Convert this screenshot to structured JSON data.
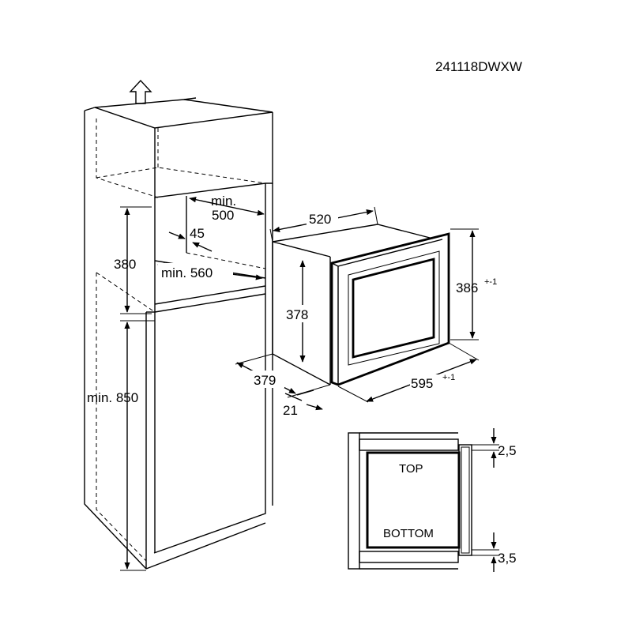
{
  "model_code": "241118DWXW",
  "cabinet": {
    "niche_depth": "min.\n500",
    "niche_depth_line1": "min.",
    "niche_depth_line2": "500",
    "side_offset": "45",
    "niche_height": "380",
    "niche_width": "min. 560",
    "cabinet_height": "min. 850"
  },
  "appliance": {
    "depth_top": "520",
    "front_height": "386",
    "front_height_tol": "+-1",
    "body_height": "378",
    "body_depth": "379",
    "front_width": "595",
    "front_width_tol": "+-1",
    "frame_thickness": "21"
  },
  "section": {
    "top_label": "TOP",
    "bottom_label": "BOTTOM",
    "top_gap": "2,5",
    "bottom_gap": "3,5"
  }
}
